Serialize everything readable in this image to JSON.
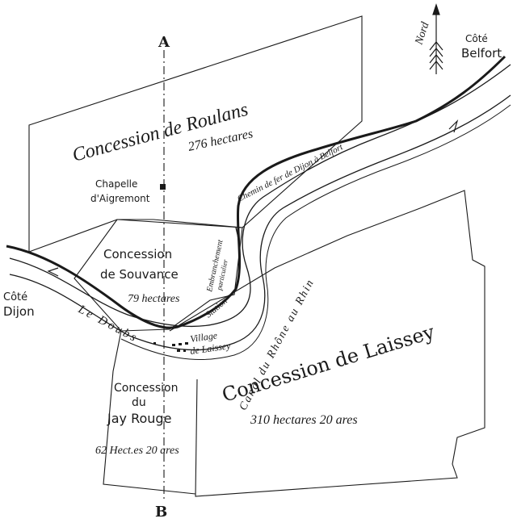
{
  "compass": {
    "label": "Nord"
  },
  "section_line": {
    "top": "A",
    "bottom": "B"
  },
  "sides": {
    "belfort": [
      "Côté",
      "Belfort"
    ],
    "dijon": [
      "Côté",
      "Dijon"
    ]
  },
  "concessions": {
    "roulans": {
      "name": "Concession de Roulans",
      "area": "276 hectares"
    },
    "souvance": {
      "line1": "Concession",
      "line2": "de Souvance",
      "area": "79 hectares"
    },
    "laissey": {
      "name": "Concession de Laissey",
      "area": "310 hectares 20 ares"
    },
    "jay_rouge": {
      "line1": "Concession",
      "line2": "du",
      "line3": "Jay Rouge",
      "area": "62 Hect.es 20 ares"
    }
  },
  "features": {
    "chapelle": [
      "Chapelle",
      "d'Aigremont"
    ],
    "village": [
      "Village",
      "de Laissey"
    ],
    "station": "Station",
    "railway": "Chemin de fer de Dijon à Belfort",
    "embranchement": [
      "Embranchement",
      "particulier"
    ],
    "canal": "Canal du Rhône au Rhin",
    "doubs": "Le Doubs"
  },
  "colors": {
    "ink": "#1a1a1a",
    "paper": "#ffffff"
  }
}
